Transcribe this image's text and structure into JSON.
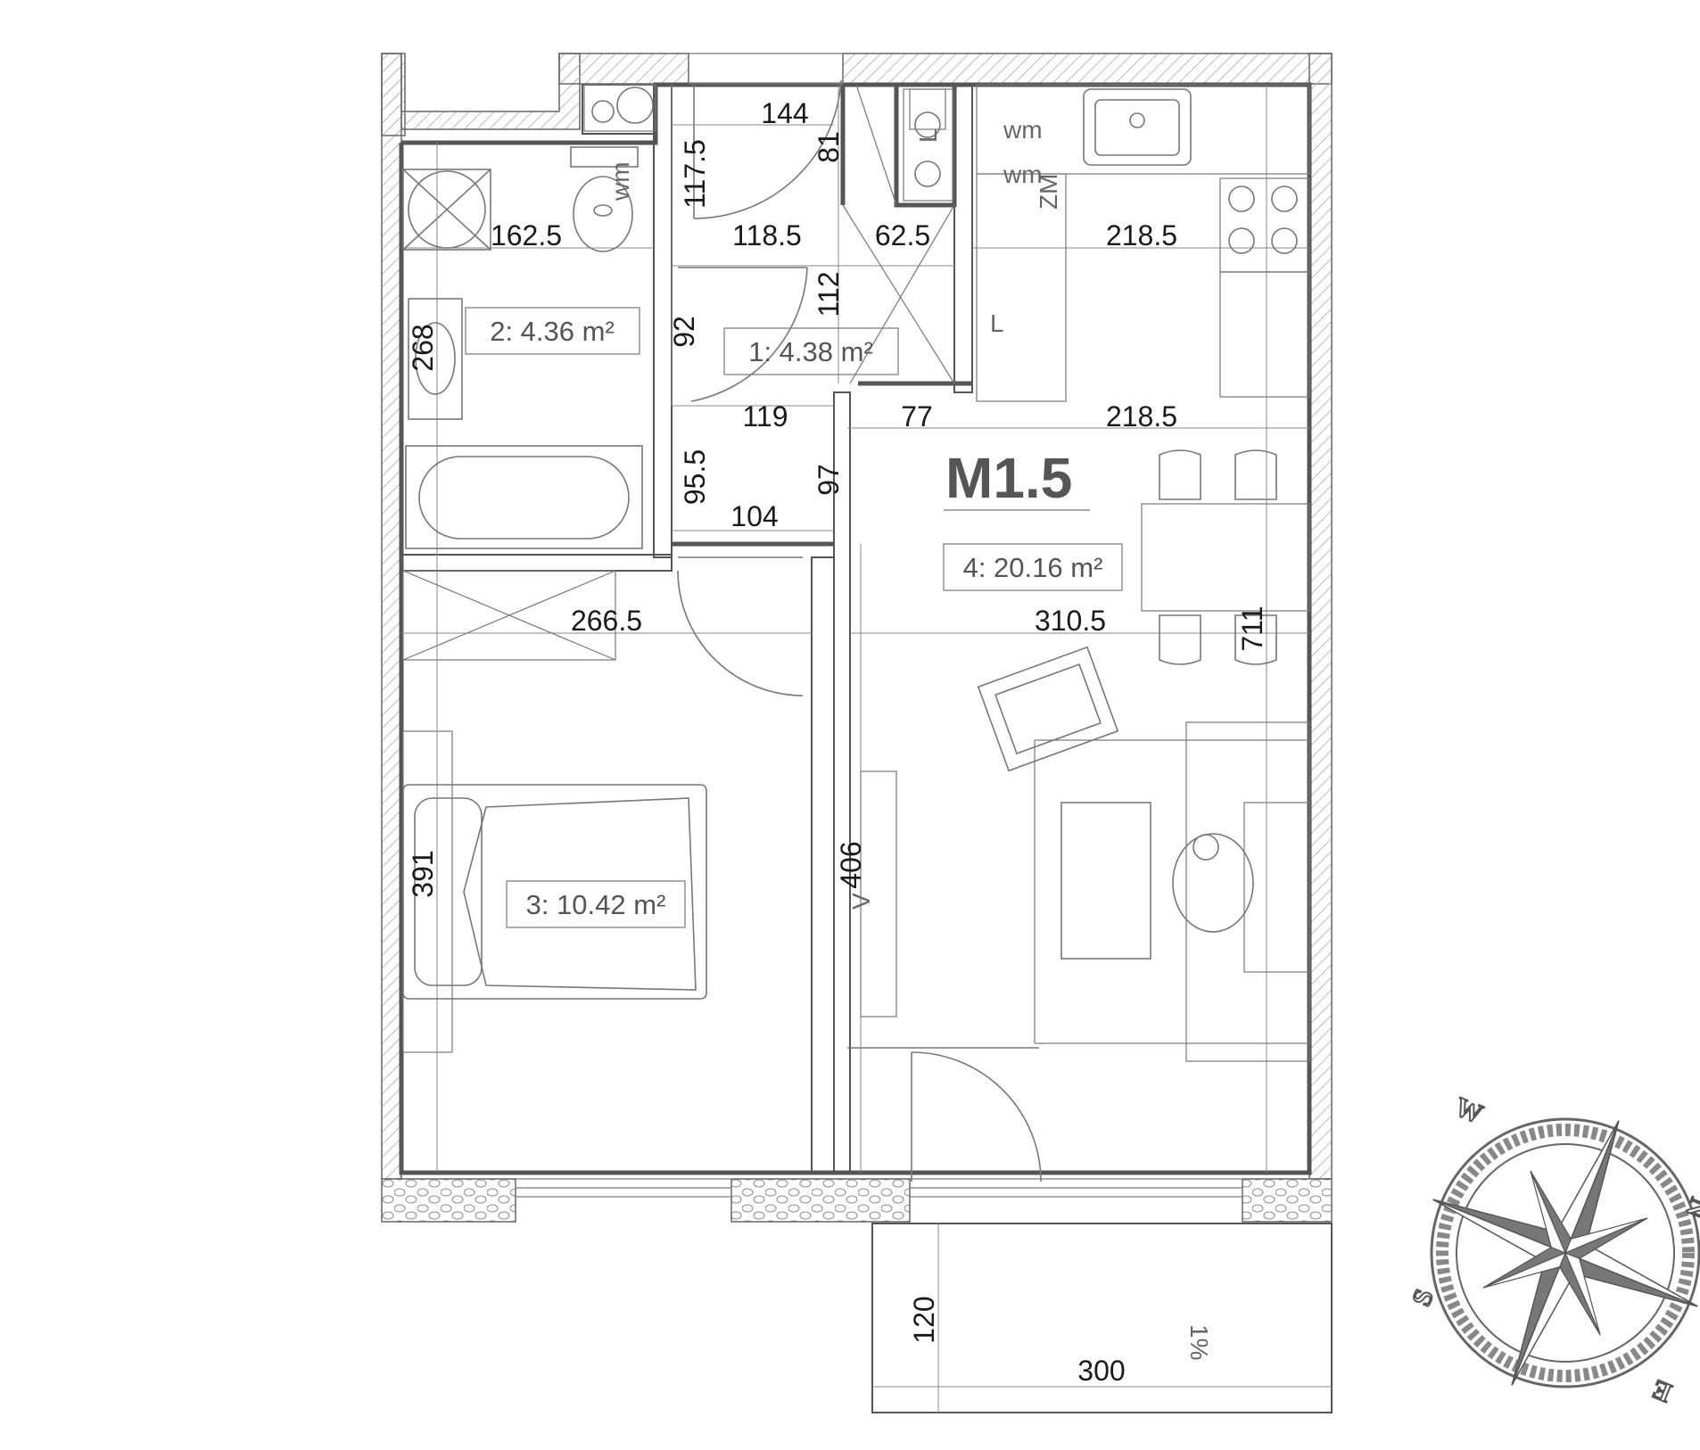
{
  "title": "M1.5",
  "rooms": [
    {
      "label": "1: 4.38 m²"
    },
    {
      "label": "2: 4.36 m²"
    },
    {
      "label": "3: 10.42 m²"
    },
    {
      "label": "4: 20.16 m²"
    }
  ],
  "dimensions": {
    "d144": "144",
    "d81": "81",
    "d117_5": "117.5",
    "d162_5": "162.5",
    "d118_5": "118.5",
    "d62_5": "62.5",
    "d218_5_top": "218.5",
    "d112": "112",
    "d92": "92",
    "d268": "268",
    "d119": "119",
    "d77": "77",
    "d218_5_mid": "218.5",
    "d95_5": "95.5",
    "d97": "97",
    "d104": "104",
    "d266_5": "266.5",
    "d310_5": "310.5",
    "d711": "711",
    "d391": "391",
    "d406": "406",
    "d120": "120",
    "d300": "300"
  },
  "annotations": {
    "wm_1": "wm",
    "wm_2": "wm",
    "wm_bath": "wm",
    "zm": "ZM",
    "l_kitchen": "L",
    "l_hall": "L",
    "slope": "1%",
    "v_tv": "V"
  },
  "compass": {
    "w": "W",
    "n": "N",
    "e": "E",
    "s": "S"
  }
}
